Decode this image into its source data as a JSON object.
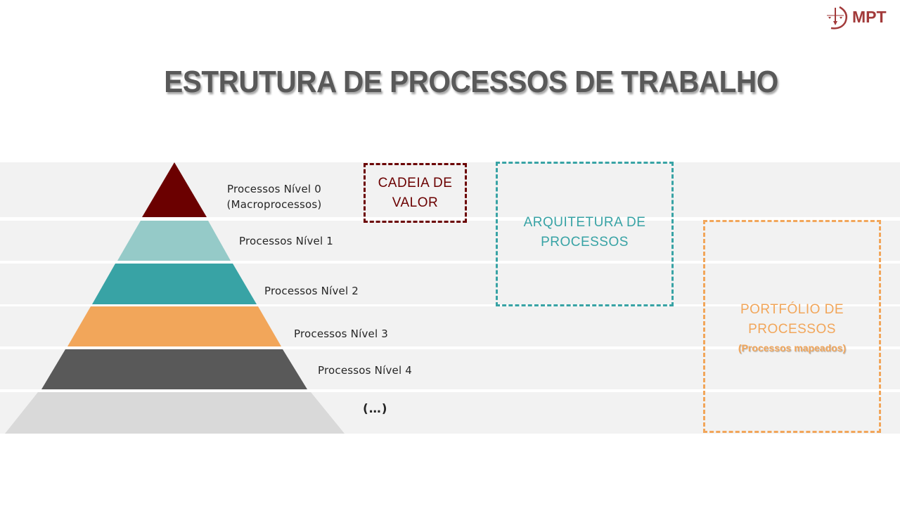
{
  "logo": {
    "text": "MPT",
    "color": "#a23a3a"
  },
  "title": "ESTRUTURA DE PROCESSOS DE TRABALHO",
  "pyramid": {
    "levels": [
      {
        "line1": "Processos Nível 0",
        "line2": "(Macroprocessos)",
        "color": "#6b0000"
      },
      {
        "line1": "Processos Nível 1",
        "color": "#95cac8"
      },
      {
        "line1": "Processos Nível 2",
        "color": "#38a3a5"
      },
      {
        "line1": "Processos Nível 3",
        "color": "#f2a65a"
      },
      {
        "line1": "Processos Nível 4",
        "color": "#595959"
      },
      {
        "line1": "(…)",
        "color": "#d9d9d9"
      }
    ]
  },
  "boxes": {
    "cadeia": {
      "line1": "CADEIA  DE",
      "line2": "VALOR",
      "color": "#6b0000"
    },
    "arquitetura": {
      "line1": "ARQUITETURA  DE",
      "line2": "PROCESSOS",
      "color": "#38a3a5"
    },
    "portfolio": {
      "line1": "PORTFÓLIO  DE",
      "line2": "PROCESSOS",
      "sub": "(Processos  mapeados)",
      "color": "#f2a65a"
    }
  }
}
